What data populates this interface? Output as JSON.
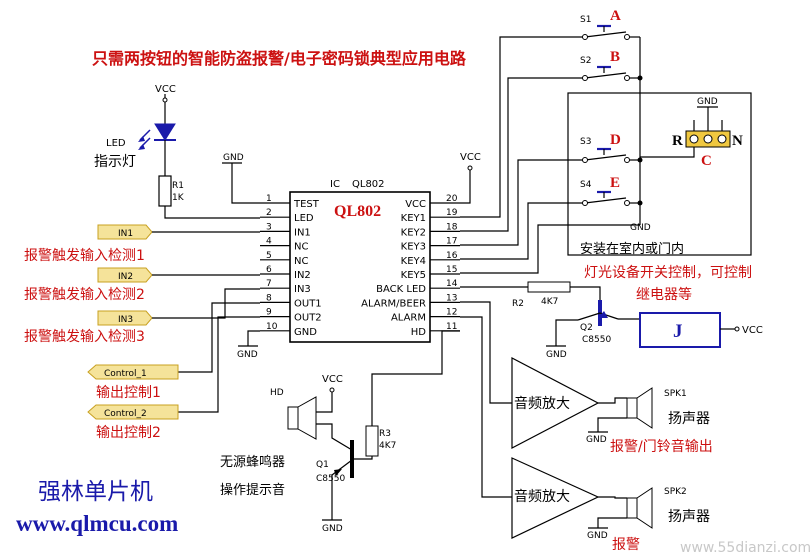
{
  "title": "只需两按钮的智能防盗报警/电子密码锁典型应用电路",
  "ic": {
    "ref": "IC",
    "part": "QL802",
    "body_label": "QL802",
    "left_pins": [
      {
        "num": "1",
        "name": "TEST"
      },
      {
        "num": "2",
        "name": "LED"
      },
      {
        "num": "3",
        "name": "IN1"
      },
      {
        "num": "4",
        "name": "NC"
      },
      {
        "num": "5",
        "name": "NC"
      },
      {
        "num": "6",
        "name": "IN2"
      },
      {
        "num": "7",
        "name": "IN3"
      },
      {
        "num": "8",
        "name": "OUT1"
      },
      {
        "num": "9",
        "name": "OUT2"
      },
      {
        "num": "10",
        "name": "GND"
      }
    ],
    "right_pins": [
      {
        "num": "20",
        "name": "VCC"
      },
      {
        "num": "19",
        "name": "KEY1"
      },
      {
        "num": "18",
        "name": "KEY2"
      },
      {
        "num": "17",
        "name": "KEY3"
      },
      {
        "num": "16",
        "name": "KEY4"
      },
      {
        "num": "15",
        "name": "KEY5"
      },
      {
        "num": "14",
        "name": "BACK LED"
      },
      {
        "num": "13",
        "name": "ALARM/BEER"
      },
      {
        "num": "12",
        "name": "ALARM"
      },
      {
        "num": "11",
        "name": "HD"
      }
    ]
  },
  "power": {
    "vcc": "VCC",
    "gnd": "GND"
  },
  "led": {
    "label": "LED",
    "caption": "指示灯",
    "r_ref": "R1",
    "r_val": "1K"
  },
  "inputs": [
    {
      "tag": "IN1",
      "caption": "报警触发输入检测1"
    },
    {
      "tag": "IN2",
      "caption": "报警触发输入检测2"
    },
    {
      "tag": "IN3",
      "caption": "报警触发输入检测3"
    }
  ],
  "outputs": [
    {
      "tag": "Control_1",
      "caption": "输出控制1"
    },
    {
      "tag": "Control_2",
      "caption": "输出控制2"
    }
  ],
  "switches": [
    {
      "ref": "S1",
      "letter": "A"
    },
    {
      "ref": "S2",
      "letter": "B"
    },
    {
      "ref": "S3",
      "letter": "D"
    },
    {
      "ref": "S4",
      "letter": "E"
    }
  ],
  "connector": {
    "r": "R",
    "c": "C",
    "n": "N"
  },
  "indoor_note": "安装在室内或门内",
  "relay": {
    "r_ref": "R2",
    "r_val": "4K7",
    "q_ref": "Q2",
    "q_part": "C8550",
    "relay_label": "J",
    "note_line1": "灯光设备开关控制，可控制",
    "note_line2": "继电器等"
  },
  "buzzer": {
    "hd": "HD",
    "r_ref": "R3",
    "r_val": "4K7",
    "q_ref": "Q1",
    "q_part": "C8550",
    "note_line1": "无源蜂鸣器",
    "note_line2": "操作提示音"
  },
  "amps": [
    {
      "label": "音频放大",
      "spk_ref": "SPK1",
      "spk_name": "扬声器",
      "caption": "报警/门铃音输出"
    },
    {
      "label": "音频放大",
      "spk_ref": "SPK2",
      "spk_name": "扬声器",
      "caption": "报警"
    }
  ],
  "brand": {
    "name": "强林单片机",
    "url": "www.qlmcu.com"
  },
  "watermark": "www.55dianzi.com",
  "colors": {
    "red": "#cc1111",
    "blue": "#1a1aaa",
    "tag_fill": "#f5e39a",
    "tag_border": "#c8a020"
  }
}
